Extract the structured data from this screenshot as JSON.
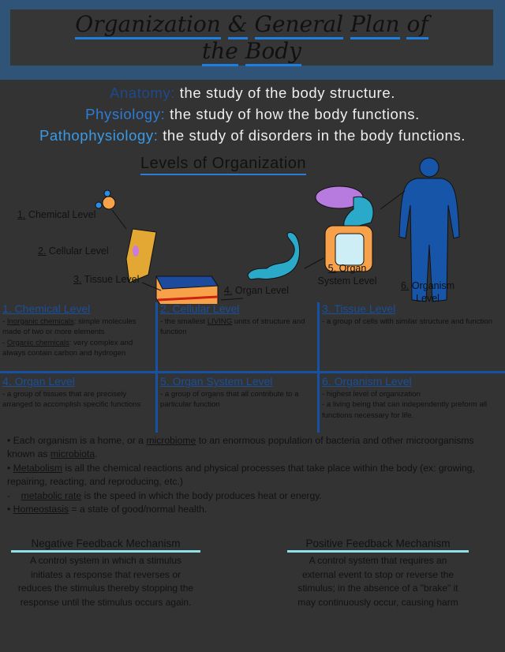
{
  "title": {
    "line1": [
      "Organization",
      "&",
      "General",
      "Plan",
      "of"
    ],
    "line2": [
      "the",
      "Body"
    ]
  },
  "definitions": [
    {
      "term": "Anatomy:",
      "text": " the study of the body structure."
    },
    {
      "term": "Physiology:",
      "text": " the study of how the body functions."
    },
    {
      "term": "Pathophysiology:",
      "text": " the study of disorders in the body functions."
    }
  ],
  "levels_heading": "Levels of Organization",
  "diagram_labels": [
    {
      "num": "1.",
      "text": " Chemical Level"
    },
    {
      "num": "2.",
      "text": " Cellular Level"
    },
    {
      "num": "3.",
      "text": " Tissue Level"
    },
    {
      "num": "4.",
      "text": " Organ Level"
    },
    {
      "num": "5.",
      "text": " Organ",
      "text2": "System Level"
    },
    {
      "num": "6.",
      "text": " Organism",
      "text2": "Level"
    }
  ],
  "level_cells": [
    {
      "title": "1. Chemical Level",
      "lines": [
        {
          "u": "Inorganic chemicals",
          "t": ": simple molecules made of two or more elements"
        },
        {
          "u": "Organic chemicals",
          "t": ": very complex and always contain carbon and hydrogen"
        }
      ]
    },
    {
      "title": "2. Cellular Level",
      "pre": "- the smallest ",
      "u": "LIVING",
      "post": " units of structure and function"
    },
    {
      "title": "3. Tissue Level",
      "text": "- a group of cells with similar structure and function"
    },
    {
      "title": "4. Organ Level",
      "text": "- a group of tissues that are precisely arranged to accomplish specific functions"
    },
    {
      "title": "5. Organ System Level",
      "text": "- a group of organs that all contribute to a particular function"
    },
    {
      "title": "6. Organism Level",
      "lines": [
        "- highest level of organization",
        "- a living being that can independently preform all functions necessary for life."
      ]
    }
  ],
  "notes": {
    "n1a": "• Each organism is a home, or a ",
    "n1u": "microbiome",
    "n1b": " to an enormous population of bacteria and other microorganisms known as ",
    "n1u2": "microbiota",
    "n1c": ".",
    "n2a": "• ",
    "n2u": "Metabolism",
    "n2b": " is all the chemical reactions and physical processes that take place within the body (ex: growing, repairing, reacting, and reproducing, etc.)",
    "n3a": "-    ",
    "n3u": "metabolic rate",
    "n3b": " is the speed in which the body produces heat or energy.",
    "n4a": "• ",
    "n4u": "Homeostasis",
    "n4b": " = a state of good/normal health."
  },
  "feedback": {
    "negative": {
      "title": "Negative Feedback Mechanism",
      "text": "A control system in which a stimulus initiates a response that reverses or reduces the stimulus thereby stopping the response until the stimulus occurs again."
    },
    "positive": {
      "title": "Positive Feedback Mechanism",
      "text": "A control system that requires an external event to stop or reverse the stimulus; in the absence of a \"brake\" it may continuously occur, causing harm"
    }
  },
  "colors": {
    "band": "#2f5478",
    "accent": "#2d7cd6",
    "background": "#333333"
  }
}
